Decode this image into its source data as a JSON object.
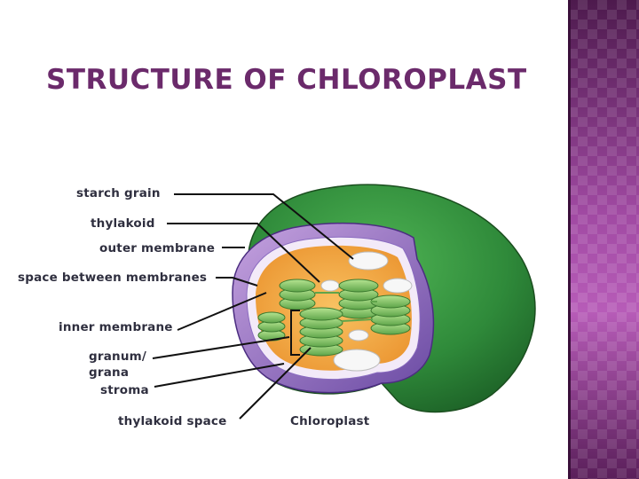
{
  "slide": {
    "title": "STRUCTURE OF CHLOROPLAST",
    "title_color": "#6b2a6b",
    "side_band_color": "#9c3f9c"
  },
  "diagram": {
    "labels": {
      "starch_grain": "starch grain",
      "thylakoid": "thylakoid",
      "outer_membrane": "outer membrane",
      "space_between_membranes": "space between membranes",
      "inner_membrane": "inner membrane",
      "granum_line1": "granum/",
      "granum_line2": "grana",
      "stroma": "stroma",
      "thylakoid_space": "thylakoid space",
      "caption": "Chloroplast"
    },
    "colors": {
      "outer_membrane": "#2f8a3a",
      "inner_membrane": "#7b5bb0",
      "stroma": "#f2a640",
      "thylakoid": "#8fcf6a",
      "starch": "#f5f5f5"
    }
  }
}
